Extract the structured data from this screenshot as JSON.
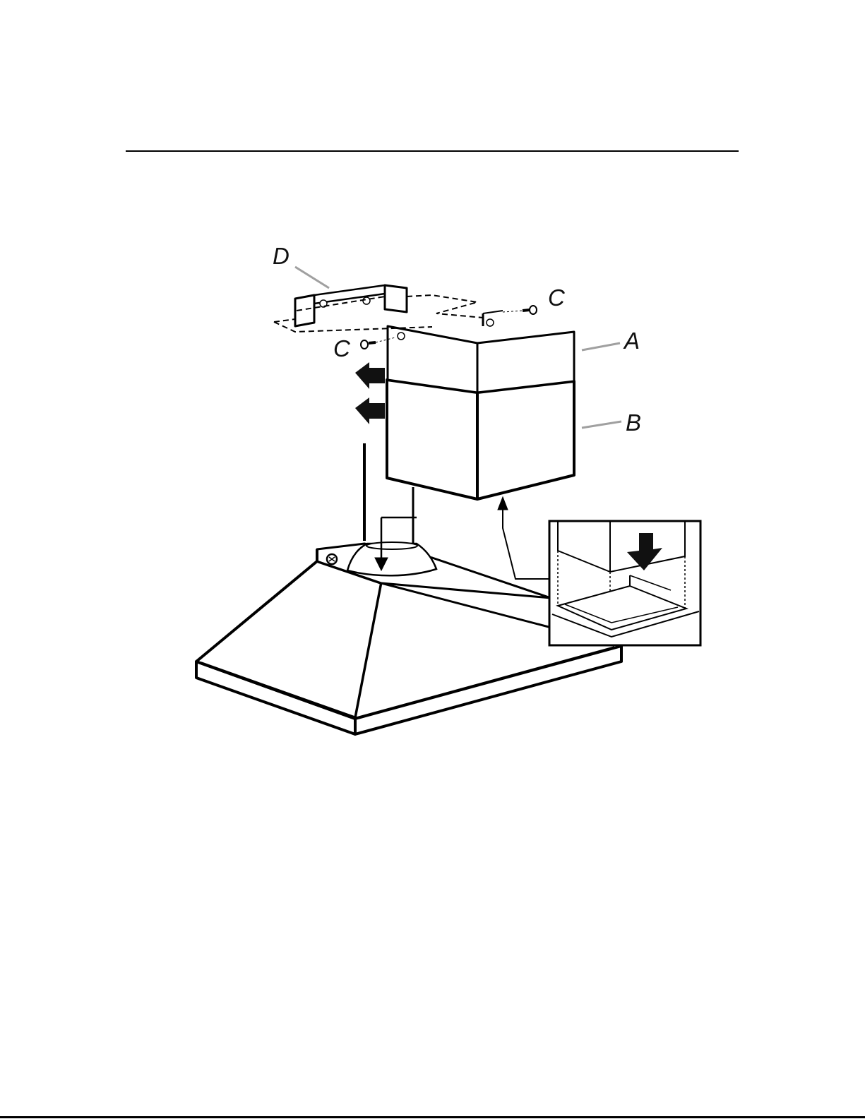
{
  "labels": {
    "a": "A",
    "b": "B",
    "c_right": "C",
    "c_left": "C",
    "d": "D"
  },
  "colors": {
    "line": "#000000",
    "leader": "#a0a0a0",
    "background": "#ffffff"
  }
}
